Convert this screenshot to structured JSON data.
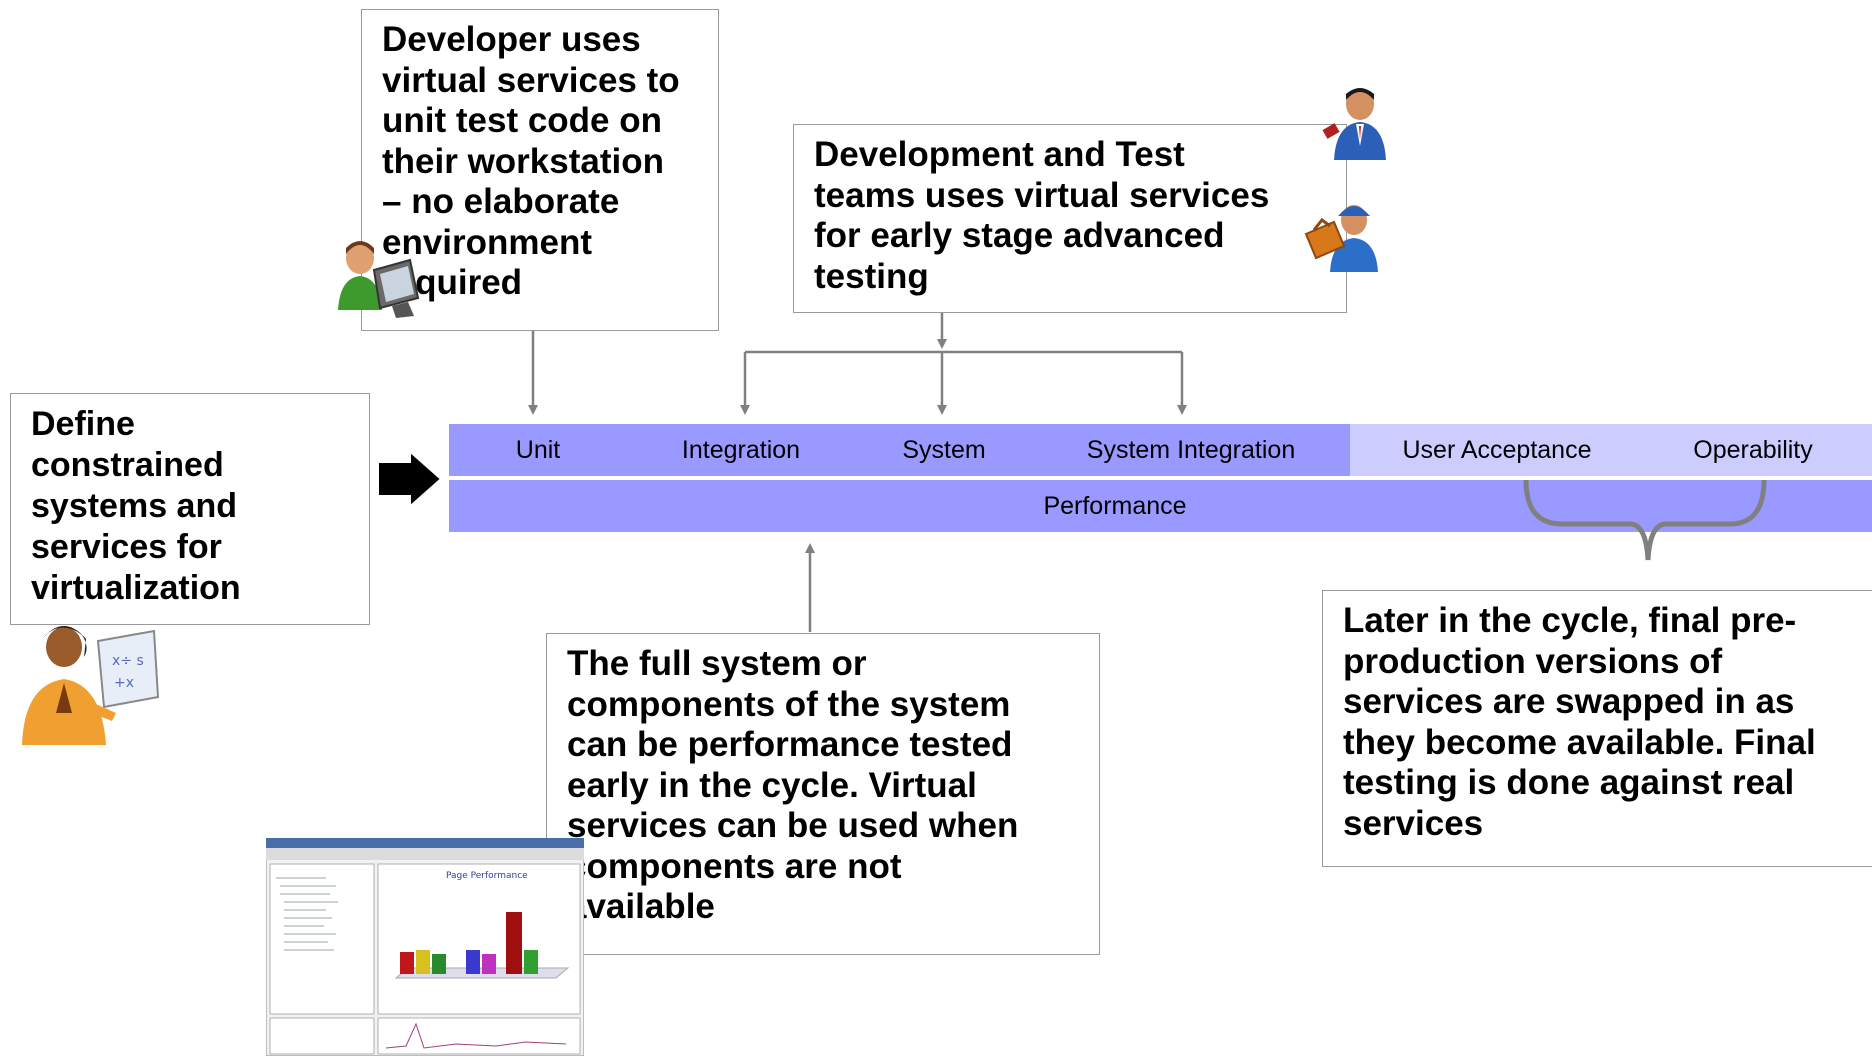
{
  "boxes": {
    "define": [
      "Define",
      "constrained",
      "systems and",
      "services for",
      "virtualization"
    ],
    "developer": [
      "Developer uses",
      "virtual services to",
      "unit test code on",
      "their workstation",
      "– no elaborate",
      "environment",
      "required"
    ],
    "devtest": [
      "Development and Test",
      "teams uses virtual services",
      "for early stage advanced",
      "testing"
    ],
    "performance": [
      "The full system or",
      "components of the system",
      "can be performance tested",
      "early in the cycle.  Virtual",
      "services can be used when",
      "components are not",
      "available"
    ],
    "later": [
      "Later in the cycle, final pre-",
      "production versions of",
      "services are swapped in as",
      "they become available. Final",
      "testing is done against real",
      "services"
    ]
  },
  "phases": {
    "unit": "Unit",
    "integration": "Integration",
    "system": "System",
    "system_integration": "System Integration",
    "user_acceptance": "User Acceptance",
    "operability": "Operability",
    "performance": "Performance"
  },
  "screenshot": {
    "title": "Page Performance"
  },
  "icons": {
    "developer": "developer-at-computer-icon",
    "businessman": "businessman-icon",
    "technician": "technician-with-toolbox-icon",
    "presenter": "presenter-at-whiteboard-icon",
    "arrow": "right-arrow-icon"
  },
  "colors": {
    "band_dark": "#9999ff",
    "band_light": "#ccccff",
    "border": "#9a9a9a",
    "arrow": "#808080"
  }
}
